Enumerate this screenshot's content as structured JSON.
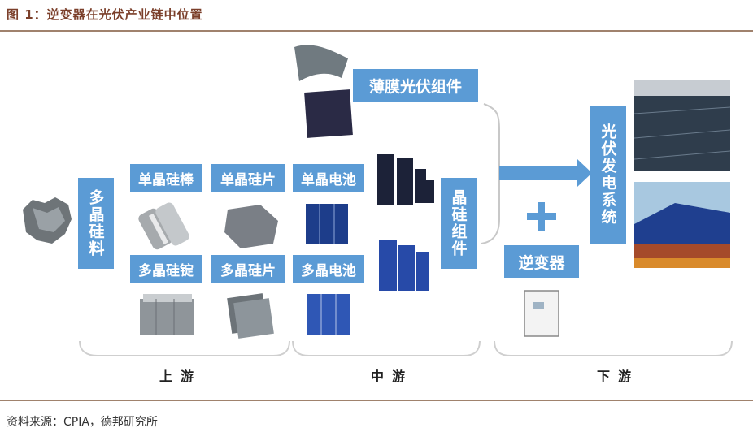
{
  "title": "图 1：逆变器在光伏产业链中位置",
  "nodes": {
    "polysilicon_material": "多晶硅料",
    "mono_ingot": "单晶硅棒",
    "mono_wafer": "单晶硅片",
    "mono_cell": "单晶电池",
    "multi_ingot": "多晶硅锭",
    "multi_wafer": "多晶硅片",
    "multi_cell": "多晶电池",
    "crystalline_module": "晶硅组件",
    "thin_film_module": "薄膜光伏组件",
    "inverter": "逆变器",
    "pv_system": "光伏发电系统"
  },
  "plus_sign": "+",
  "stages": {
    "upstream": "上游",
    "midstream": "中游",
    "downstream": "下游"
  },
  "source": "资料来源：CPIA，德邦研究所",
  "colors": {
    "box_fill": "#5b9bd5",
    "arrow": "#5b9bd5",
    "title": "#7b3f2a",
    "rule": "#a0826d"
  }
}
